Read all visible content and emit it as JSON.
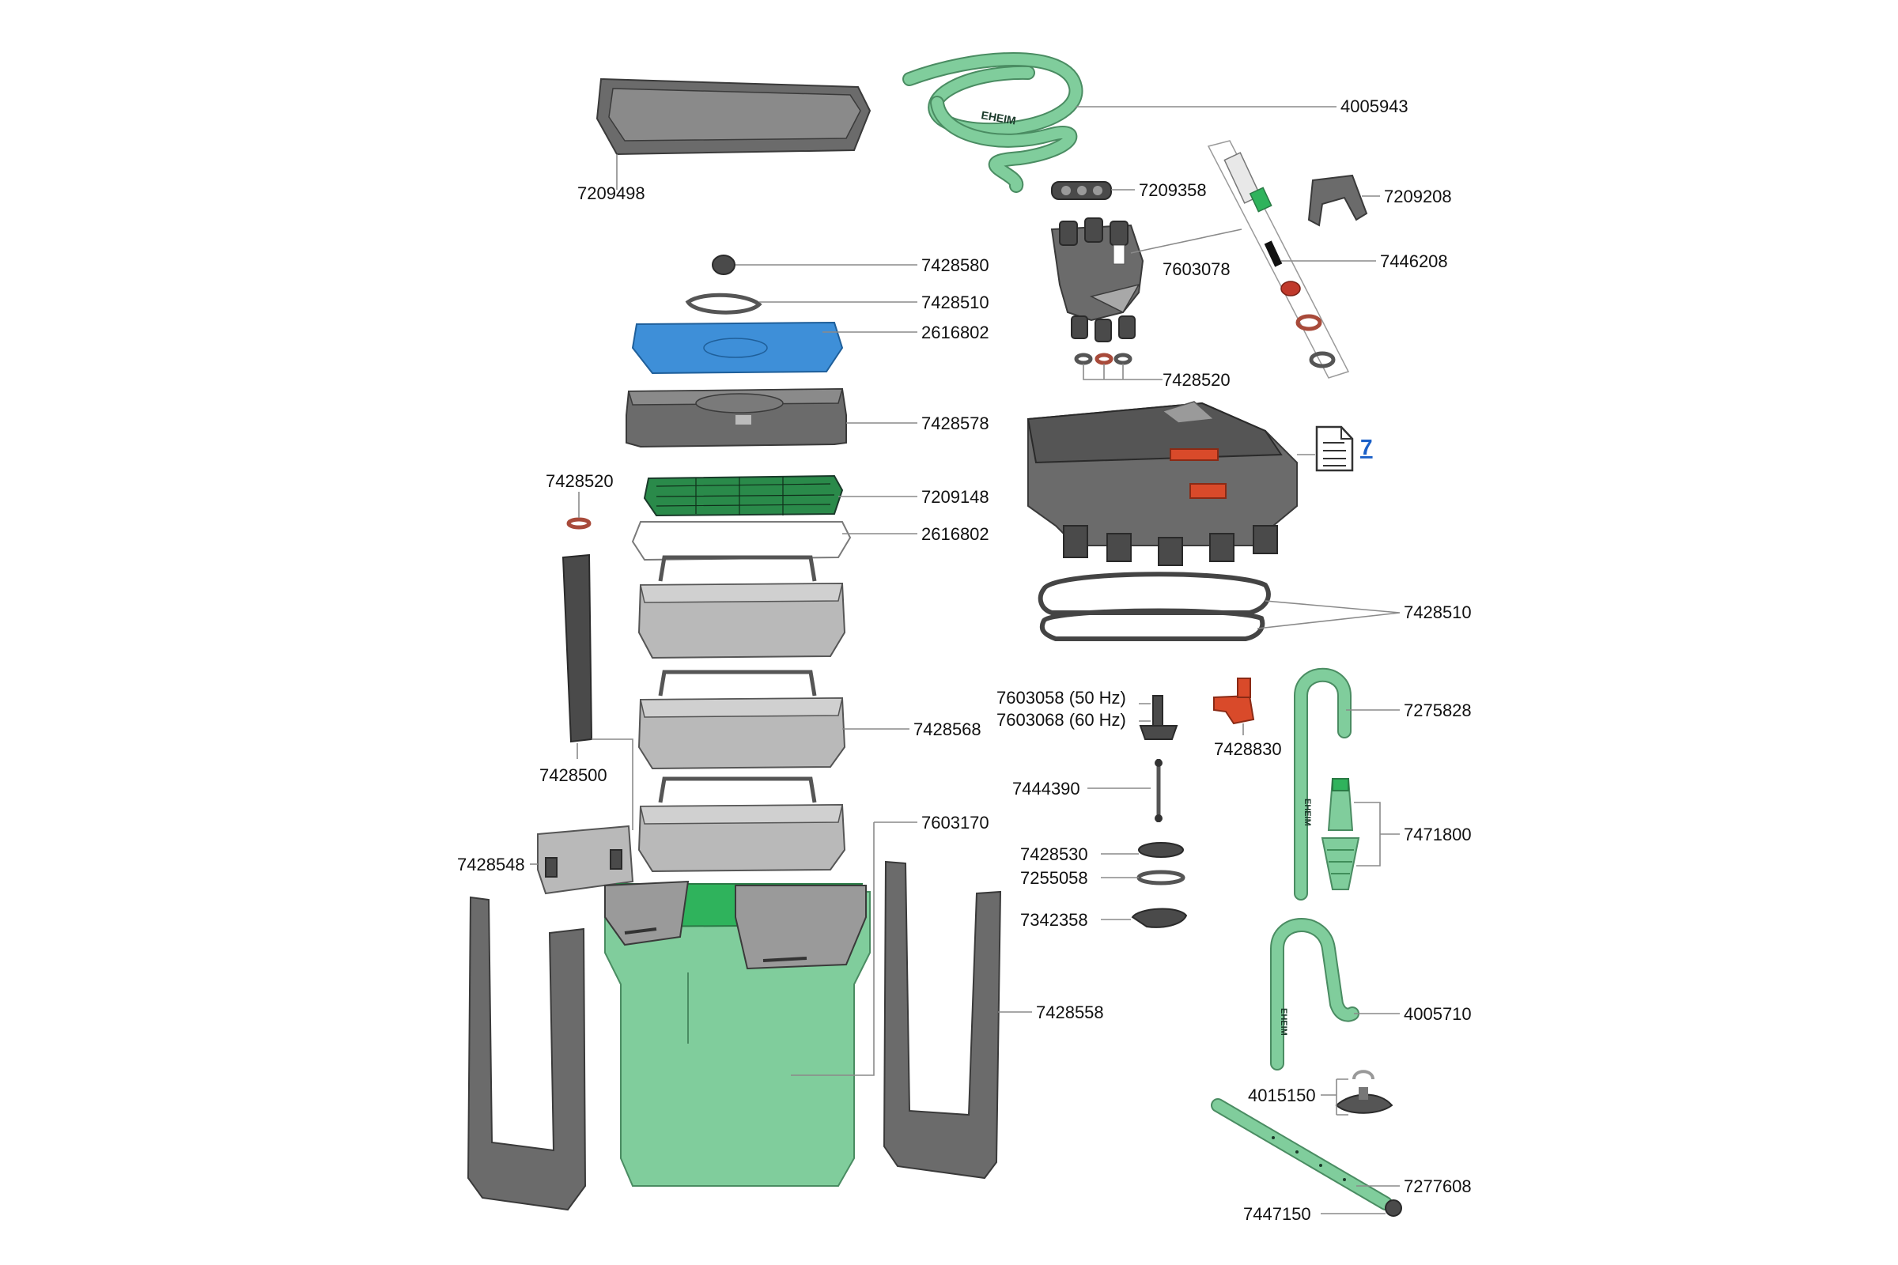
{
  "labels": {
    "p4005943": "4005943",
    "p7209498": "7209498",
    "p7209358": "7209358",
    "p7209208": "7209208",
    "p7603078": "7603078",
    "p7446208": "7446208",
    "p7428580": "7428580",
    "p7428510_top": "7428510",
    "p2616802_blue": "2616802",
    "p7428520_top": "7428520",
    "p7428578": "7428578",
    "p7428520_left": "7428520",
    "p7209148": "7209148",
    "p2616802_white": "2616802",
    "p7428510_right": "7428510",
    "p7603058": "7603058 (50 Hz)",
    "p7603068": "7603068 (60 Hz)",
    "p7428830": "7428830",
    "p7275828": "7275828",
    "p7428568": "7428568",
    "p7428500": "7428500",
    "p7444390": "7444390",
    "p7603170": "7603170",
    "p7471800": "7471800",
    "p7428548": "7428548",
    "p7428530": "7428530",
    "p7255058": "7255058",
    "p7342358": "7342358",
    "p7428558": "7428558",
    "p4005710": "4005710",
    "p4015150": "4015150",
    "p7277608": "7277608",
    "p7447150": "7447150"
  },
  "doc_link": {
    "label": "7",
    "icon": "document-icon"
  },
  "hose_print": "EHEIM",
  "pipe_print": "EHEIM",
  "colors": {
    "gray_part": "#6b6b6b",
    "green_part": "#80cd9c",
    "blue_pad": "#3e8fd8",
    "red_part": "#d94a2a",
    "leader": "#8a8a8a",
    "link": "#1a5fc7"
  }
}
